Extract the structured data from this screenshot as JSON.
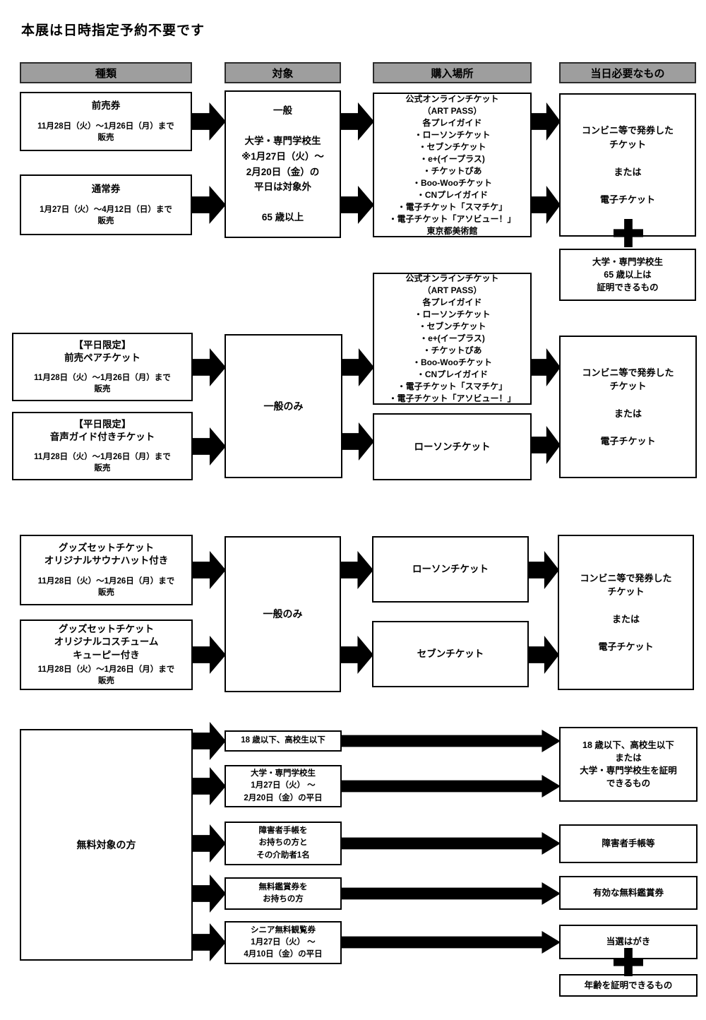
{
  "colors": {
    "header_bg": "#9e9e9e",
    "box_border": "#000000",
    "arrow": "#000000",
    "text": "#000000",
    "background": "#ffffff"
  },
  "title": "本展は日時指定予約不要です",
  "headers": {
    "kind": "種類",
    "target": "対象",
    "purchase": "購入場所",
    "need": "当日必要なもの"
  },
  "s1": {
    "left1": {
      "title": "前売券",
      "body": "11月28日（火）～1月26日（月）まで\n販売"
    },
    "left2": {
      "title": "通常券",
      "body": "1月27日（火）～4月12日（日）まで\n販売"
    },
    "target": "一般\n\n大学・専門学校生\n※1月27日（火）～\n2月20日（金）の\n平日は対象外\n\n65 歳以上",
    "purchase": "公式オンラインチケット\n（ART PASS）\n各プレイガイド\n・ローソンチケット\n・セブンチケット\n・e+(イープラス)\n・チケットぴあ\n・Boo-Wooチケット\n・CNプレイガイド\n・電子チケット「スマチケ」\n・電子チケット「アソビュー！」\n東京都美術館",
    "need": "コンビニ等で発券した\nチケット\n\nまたは\n\n電子チケット",
    "proof": "大学・専門学校生\n65 歳以上は\n証明できるもの"
  },
  "s2": {
    "left1": {
      "title": "【平日限定】\n前売ペアチケット",
      "body": "11月28日（火）～1月26日（月）まで\n販売"
    },
    "left2": {
      "title": "【平日限定】\n音声ガイド付きチケット",
      "body": "11月28日（火）～1月26日（月）まで\n販売"
    },
    "target": "一般のみ",
    "purchase1": "公式オンラインチケット\n（ART PASS）\n各プレイガイド\n・ローソンチケット\n・セブンチケット\n・e+(イープラス)\n・チケットぴあ\n・Boo-Wooチケット\n・CNプレイガイド\n・電子チケット「スマチケ」\n・電子チケット「アソビュー！」",
    "purchase2": "ローソンチケット",
    "need": "コンビニ等で発券した\nチケット\n\nまたは\n\n電子チケット"
  },
  "s3": {
    "left1": {
      "title": "グッズセットチケット\nオリジナルサウナハット付き",
      "body": "11月28日（火）～1月26日（月）まで\n販売"
    },
    "left2": {
      "title": "グッズセットチケット\nオリジナルコスチューム\nキューピー付き",
      "body": "11月28日（火）～1月26日（月）まで\n販売"
    },
    "target": "一般のみ",
    "purchase1": "ローソンチケット",
    "purchase2": "セブンチケット",
    "need": "コンビニ等で発券した\nチケット\n\nまたは\n\n電子チケット"
  },
  "s4": {
    "left": "無料対象の方",
    "m1": "18 歳以下、高校生以下",
    "m2": "大学・専門学校生\n1月27日（火） ～\n2月20日（金）の平日",
    "m3": "障害者手帳を\nお持ちの方と\nその介助者1名",
    "m4": "無料鑑賞券を\nお持ちの方",
    "m5": "シニア無料観覧券\n1月27日（火） ～\n4月10日（金）の平日",
    "r1": "18 歳以下、高校生以下\nまたは\n大学・専門学校生を証明\nできるもの",
    "r2": "障害者手帳等",
    "r3": "有効な無料鑑賞券",
    "r4": "当選はがき",
    "r5": "年齢を証明できるもの"
  }
}
